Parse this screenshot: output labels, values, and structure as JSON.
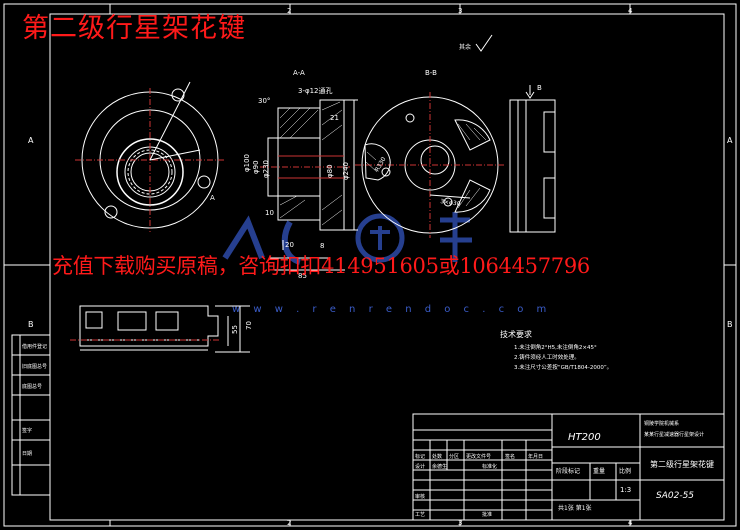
{
  "overlay": {
    "title": "第二级行星架花键",
    "ad_text": "充值下载购买原稿，咨询扣扣414951605或1064457796",
    "watermark_url": "w w w . r e n r e n d o c . c o m"
  },
  "frame": {
    "zone_numbers_top": [
      "2",
      "3",
      "4"
    ],
    "zone_numbers_bottom": [
      "2",
      "3",
      "4"
    ],
    "zone_letters_left": [
      "A",
      "B"
    ],
    "zone_letters_right": [
      "A",
      "B"
    ]
  },
  "views": {
    "section_aa_label": "A-A",
    "section_bb_label": "B-B",
    "b_arrow_label": "B",
    "a_arrow_label": "A"
  },
  "dimensions": {
    "d_3x12": "3-φ12通孔",
    "d_30": "30°",
    "d_21": "21",
    "d_100": "φ100",
    "d_90": "φ90",
    "d_230": "φ230",
    "d_80": "φ80",
    "d_240": "φ240",
    "d_10": "10",
    "d_8": "8",
    "d_85": "85",
    "d_20": "20",
    "d_70": "70",
    "d_55": "55",
    "d_r330": "R330",
    "d_phi30": "3×φ30"
  },
  "roughness": {
    "label": "其余"
  },
  "technical_notes": {
    "title": "技术要求",
    "lines": [
      "1.未注倒角2°H5,未注倒角2×45°",
      "2.铸件须经人工时效处理。",
      "3.未注尺寸公差按“GB/T1804-2000”。"
    ]
  },
  "left_title_block": {
    "rows": [
      "借用件登记",
      "旧底图总号",
      "底图总号",
      "签字",
      "日期"
    ]
  },
  "title_block": {
    "material": "HT200",
    "designer_unit": "铜陵学院机械系",
    "unit_line2": "某某行星减速器行星架设计",
    "part_name": "第二级行星架花键",
    "drawing_no": "SA02-55",
    "scale_label": "比例",
    "scale": "1:3",
    "weight_label": "重量",
    "stage_label": "阶段标记",
    "sheet_text": "共1张 第1张",
    "row_headers": [
      "标记",
      "处数",
      "分区",
      "更改文件号",
      "签名",
      "年月日"
    ],
    "design_label": "设计",
    "design_person": "余德生",
    "std_label": "标准化",
    "check_label": "审核",
    "process_label": "工艺",
    "approve_label": "批准"
  }
}
